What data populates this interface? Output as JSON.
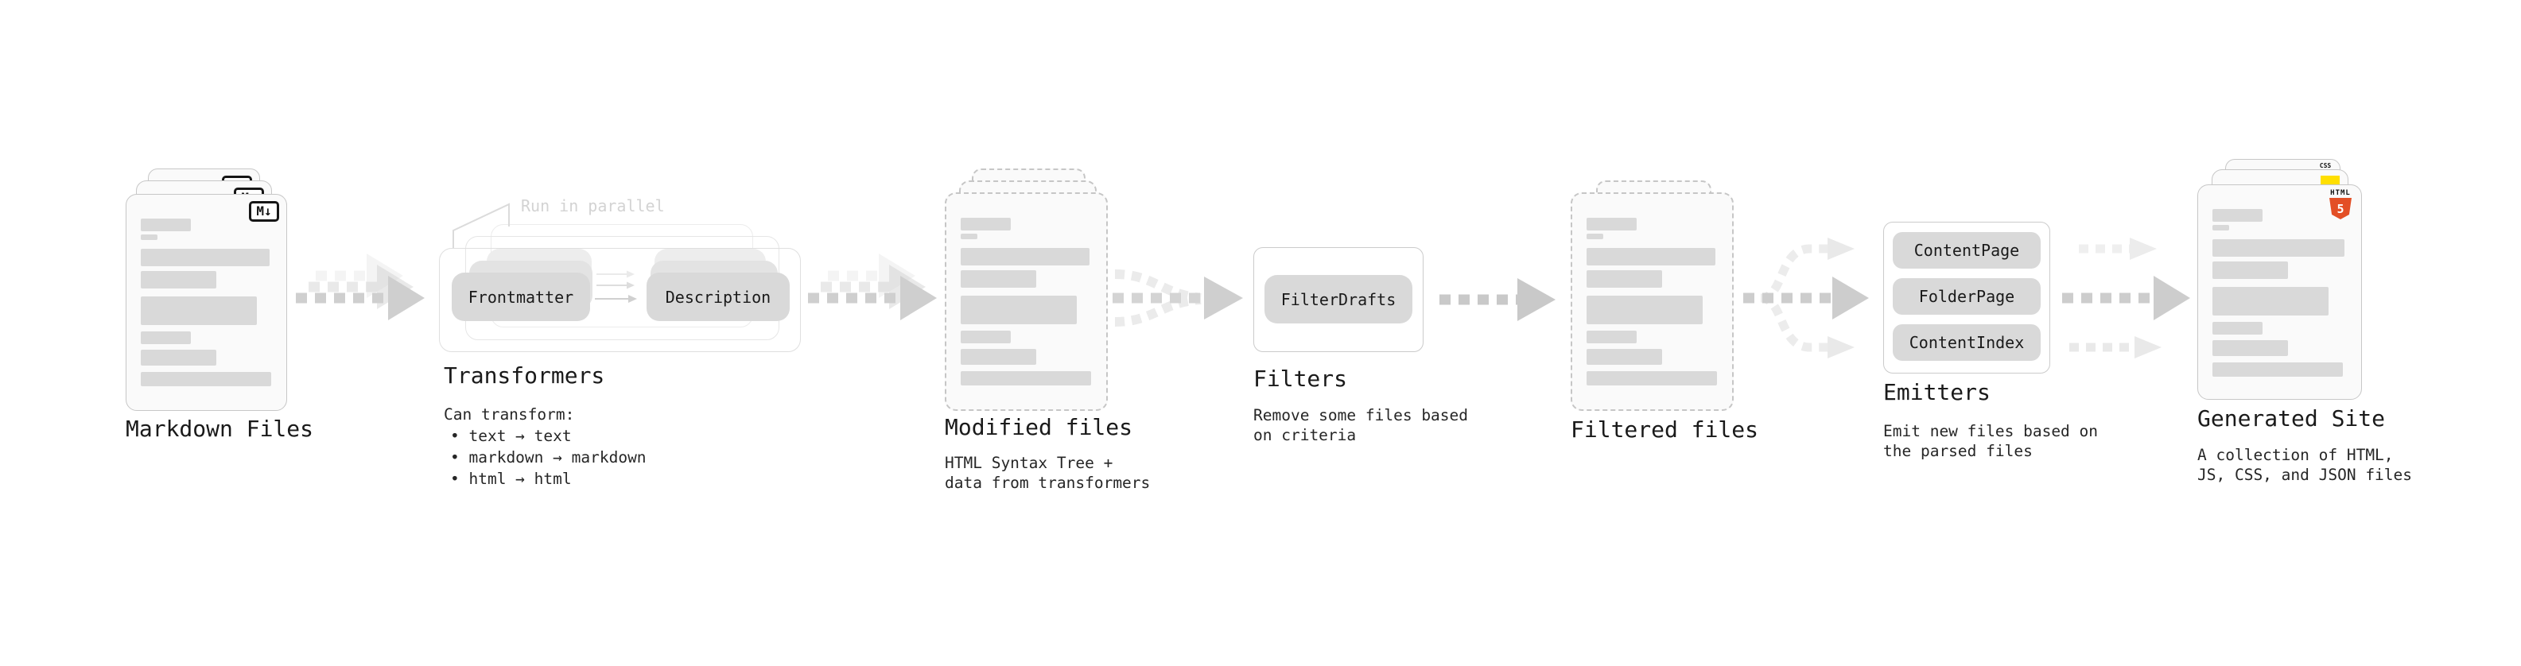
{
  "stages": {
    "markdown_files": {
      "title": "Markdown Files"
    },
    "transformers": {
      "title": "Transformers",
      "annotation": "Run in parallel",
      "pill_input": "Frontmatter",
      "pill_output": "Description",
      "description": "Can transform:",
      "bullets": [
        "text → text",
        "markdown → markdown",
        "html → html"
      ]
    },
    "modified_files": {
      "title": "Modified files",
      "description": "HTML Syntax Tree +\ndata from transformers"
    },
    "filters": {
      "title": "Filters",
      "pill": "FilterDrafts",
      "description": "Remove some files based\non criteria"
    },
    "filtered_files": {
      "title": "Filtered files"
    },
    "emitters": {
      "title": "Emitters",
      "pills": [
        "ContentPage",
        "FolderPage",
        "ContentIndex"
      ],
      "description": "Emit new files based on\nthe parsed files"
    },
    "generated_site": {
      "title": "Generated Site",
      "description": "A collection of HTML,\nJS, CSS, and JSON files"
    }
  },
  "badges": {
    "markdown": "M↓",
    "html_word": "HTML",
    "html5_numeral": "5",
    "css_word": "CSS"
  },
  "colors": {
    "html5_orange": "#e34f26",
    "js_yellow": "#ffdf00",
    "css_blue": "#2965f1",
    "placeholder_gray": "#d9d9d9",
    "arrow_gray": "#cfcfcf",
    "card_border": "#c7c7c7",
    "annotation_gray": "#d3d3d3"
  }
}
